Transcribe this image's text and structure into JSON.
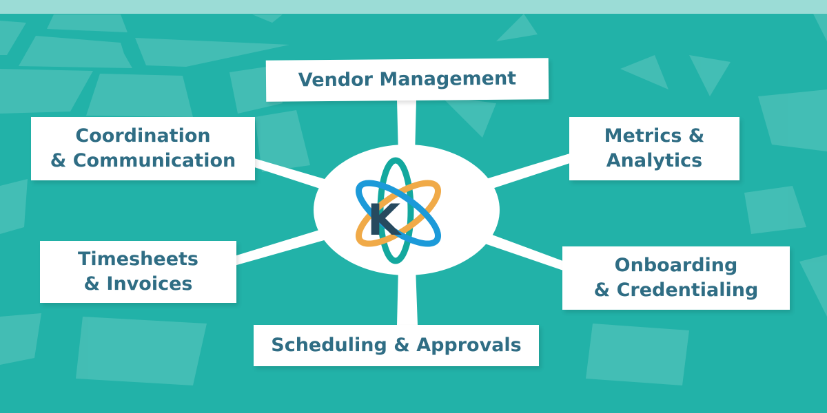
{
  "colors": {
    "background": "#22b2a8",
    "top_band": "#9bdcd6",
    "shape": "#4cc0b8",
    "text": "#2f6d84",
    "ring_teal": "#13a89e",
    "ring_orange": "#f0aa48",
    "ring_blue": "#1c9ad9",
    "logo_k": "#264a5f"
  },
  "center": {
    "logo_icon": "k-atom-logo",
    "logo_letter": "K"
  },
  "nodes": {
    "vendor": {
      "line1": "Vendor Management"
    },
    "coordination": {
      "line1": "Coordination",
      "line2": "& Communication"
    },
    "metrics": {
      "line1": "Metrics &",
      "line2": "Analytics"
    },
    "timesheets": {
      "line1": "Timesheets",
      "line2": "& Invoices"
    },
    "onboarding": {
      "line1": "Onboarding",
      "line2": "& Credentialing"
    },
    "scheduling": {
      "line1": "Scheduling & Approvals"
    }
  }
}
